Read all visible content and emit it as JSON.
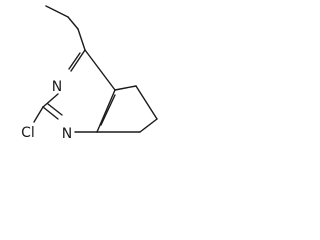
{
  "molecule": {
    "atoms": {
      "n_top": "N",
      "n_bottom": "N",
      "chlorine": "Cl"
    }
  }
}
